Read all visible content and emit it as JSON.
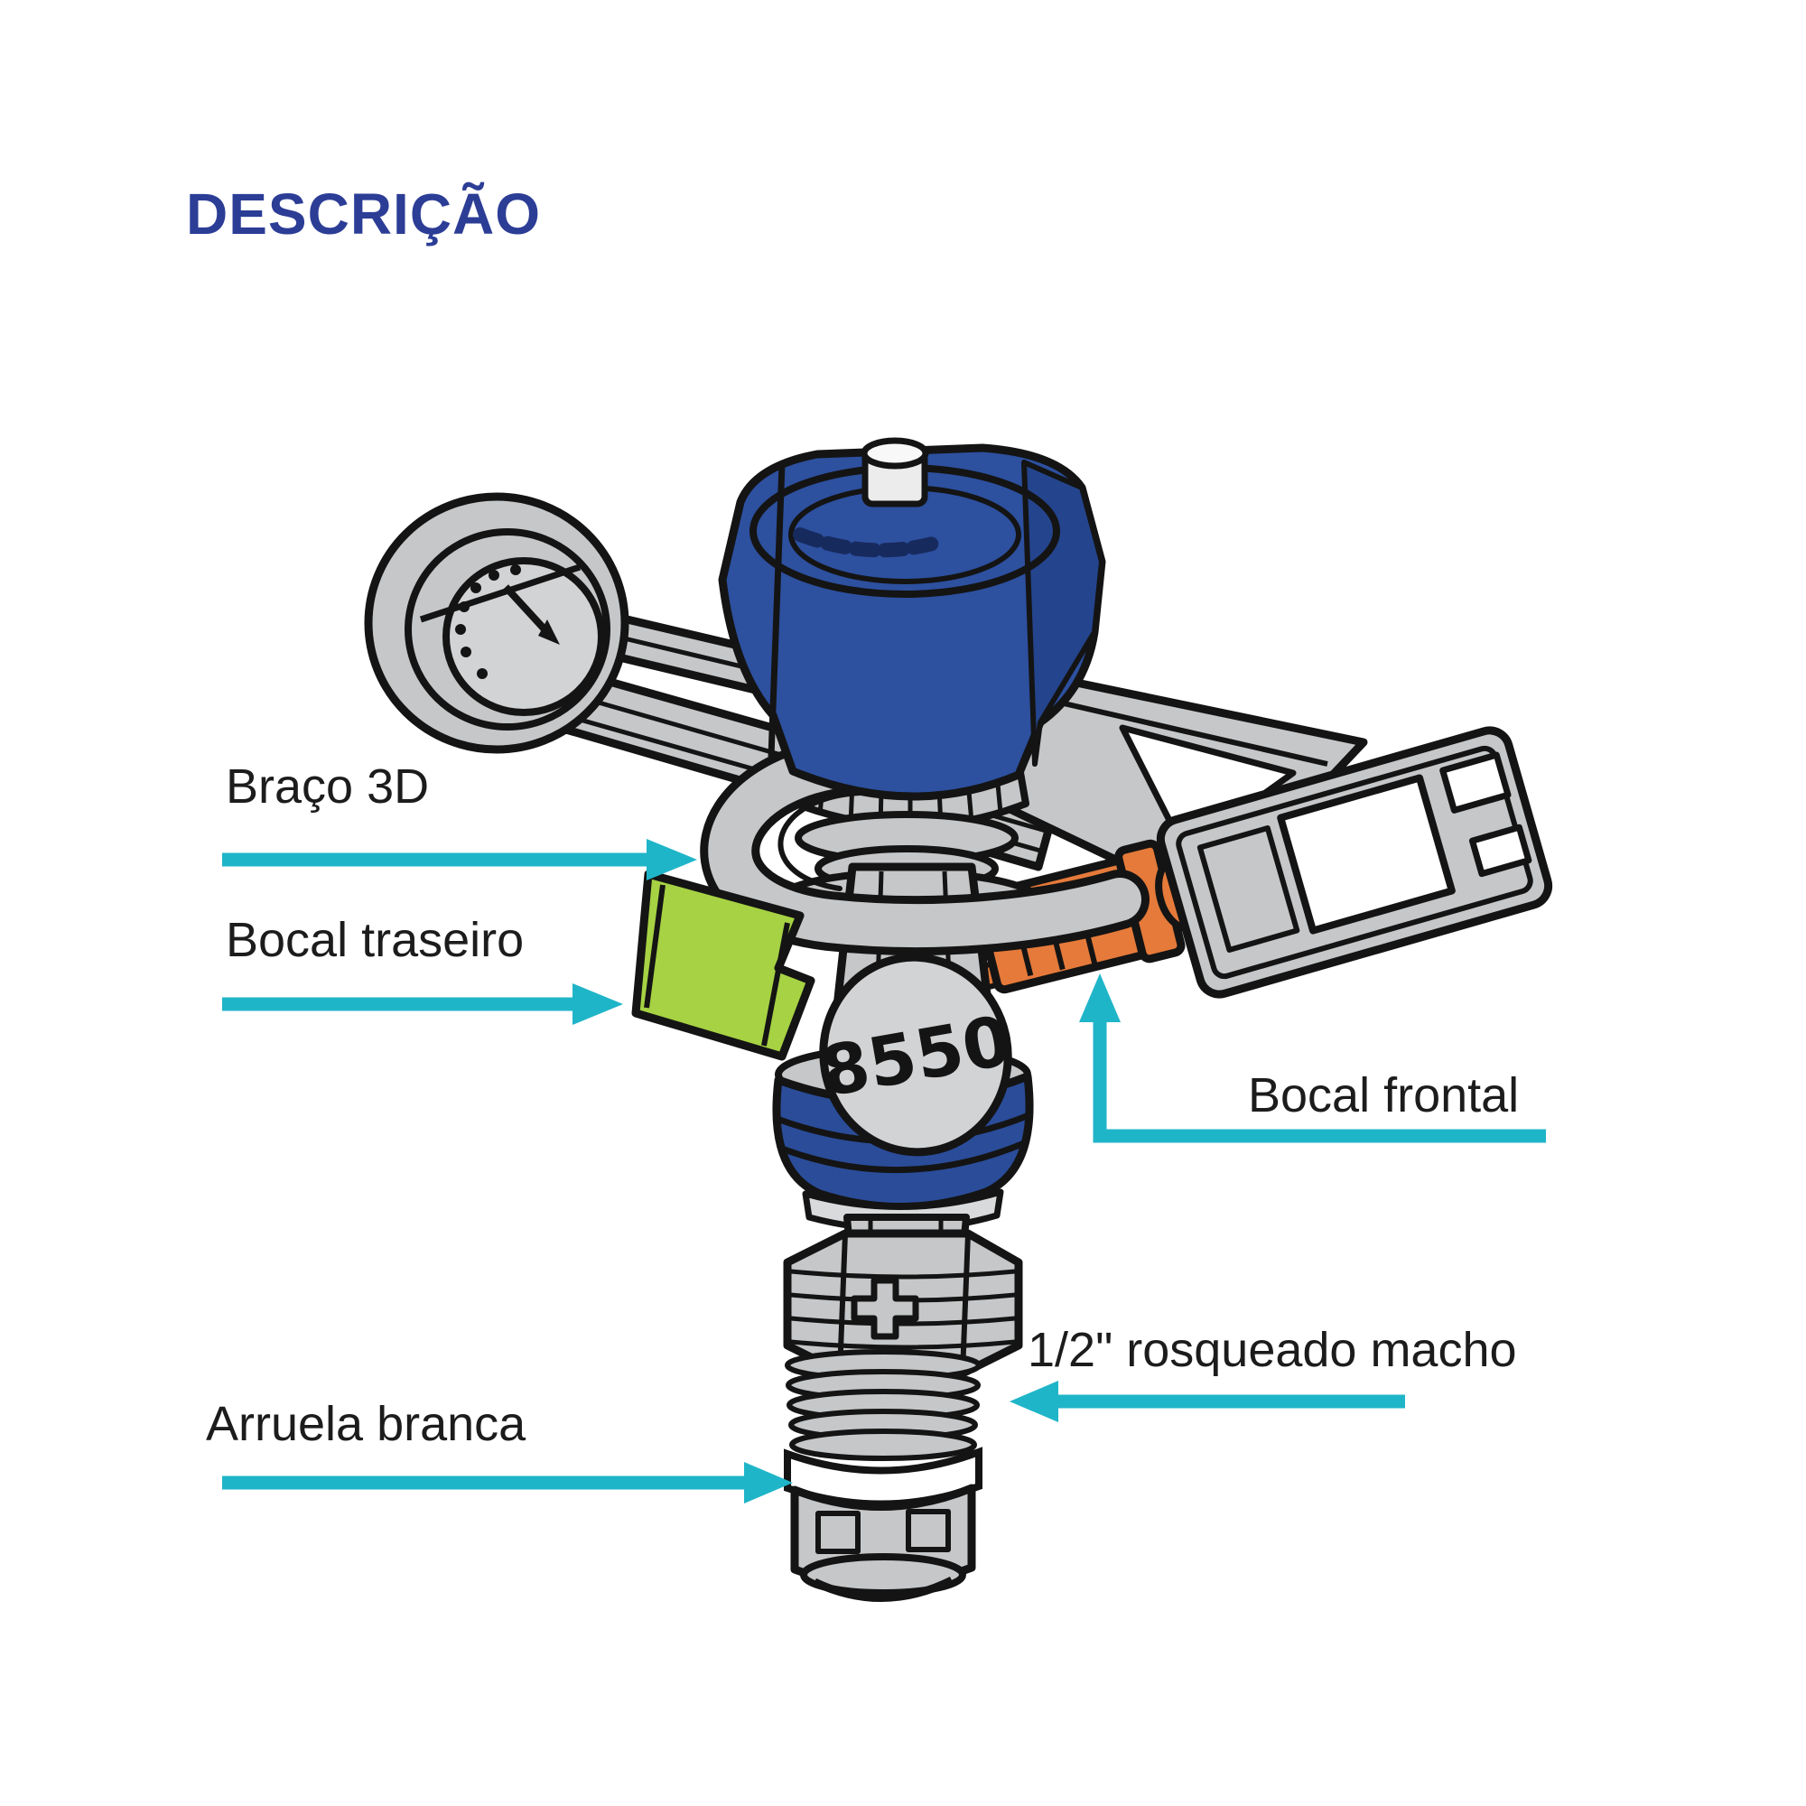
{
  "page": {
    "title": "DESCRIÇÃO"
  },
  "diagram": {
    "product_marking": "8550",
    "labels": [
      {
        "id": "braco-3d",
        "text": "Braço 3D"
      },
      {
        "id": "bocal-traseiro",
        "text": "Bocal traseiro"
      },
      {
        "id": "bocal-frontal",
        "text": "Bocal frontal"
      },
      {
        "id": "rosca-macho",
        "text": "1/2\" rosqueado macho"
      },
      {
        "id": "arruela-branca",
        "text": "Arruela branca"
      }
    ],
    "colors": {
      "titleBlue": "#2C3D96",
      "accentCyan": "#1FB5C8",
      "capBlue": "#2D509F",
      "capBlueDark": "#24458D",
      "ringBlue": "#2A4C99",
      "nozzleGreen": "#A6D243",
      "nozzleOrange": "#E57A3A",
      "gray": "#C5C7C9",
      "grayLight": "#D2D3D5",
      "ink": "#141414",
      "labelInk": "#1C1C1C"
    }
  }
}
